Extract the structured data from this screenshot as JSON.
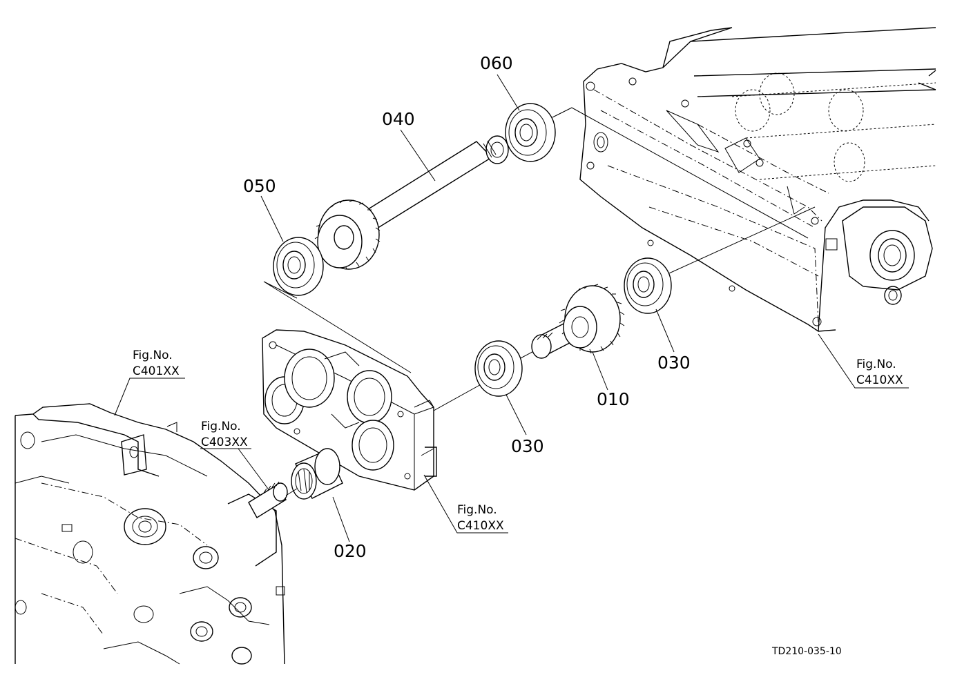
{
  "part_labels": {
    "p010": "010",
    "p020": "020",
    "p030a": "030",
    "p030b": "030",
    "p040": "040",
    "p050": "050",
    "p060": "060"
  },
  "figure_refs": {
    "ref_c401": {
      "line1": "Fig.No.",
      "line2": "C401XX"
    },
    "ref_c403": {
      "line1": "Fig.No.",
      "line2": "C403XX"
    },
    "ref_c410_center": {
      "line1": "Fig.No.",
      "line2": "C410XX"
    },
    "ref_c410_right": {
      "line1": "Fig.No.",
      "line2": "C410XX"
    }
  },
  "drawing_id": "TD210-035-10"
}
